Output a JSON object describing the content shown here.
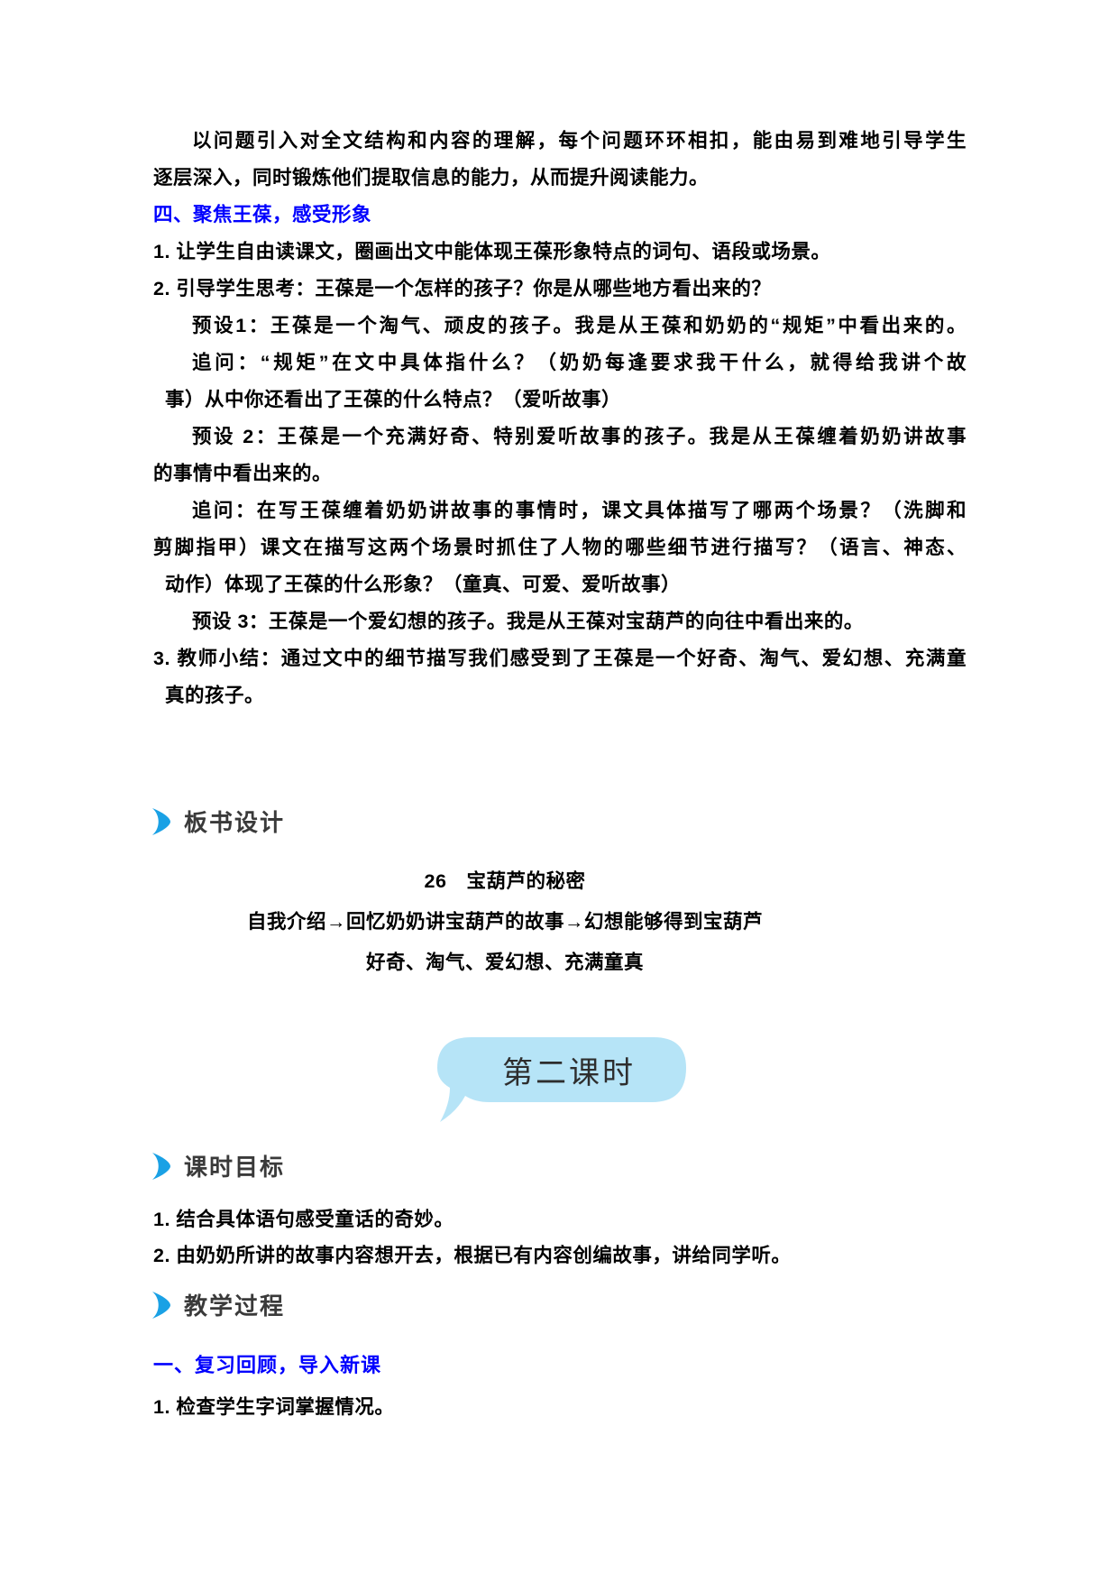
{
  "colors": {
    "accent_blue_heading": "#0000fe",
    "chevron_blue": "#1aa1e5",
    "bubble_background": "#b6e4f7",
    "heading_text": "#3a3a3a",
    "body_text": "#000000"
  },
  "doc": {
    "intro_line1": "以问题引入对全文结构和内容的理解，每个问题环环相扣，能由易到难地引导学生",
    "intro_line2": "逐层深入，同时锻炼他们提取信息的能力，从而提升阅读能力。",
    "focus_heading": "四、聚焦王葆，感受形象",
    "item1": "1. 让学生自由读课文，圈画出文中能体现王葆形象特点的词句、语段或场景。",
    "item2": "2. 引导学生思考：王葆是一个怎样的孩子？你是从哪些地方看出来的？",
    "preset1": "预设1：王葆是一个淘气、顽皮的孩子。我是从王葆和奶奶的“规矩”中看出来的。",
    "followup1_line1": "追问：“规矩”在文中具体指什么？（奶奶每逢要求我干什么，就得给我讲个故",
    "followup1_line2": "事）从中你还看出了王葆的什么特点？（爱听故事）",
    "preset2_line1": "预设 2：王葆是一个充满好奇、特别爱听故事的孩子。我是从王葆缠着奶奶讲故事",
    "preset2_line2": "的事情中看出来的。",
    "followup2_line1": "追问：在写王葆缠着奶奶讲故事的事情时，课文具体描写了哪两个场景？（洗脚和",
    "followup2_line2": "剪脚指甲）课文在描写这两个场景时抓住了人物的哪些细节进行描写？（语言、神态、",
    "followup2_line3": "动作）体现了王葆的什么形象？（童真、可爱、爱听故事）",
    "preset3": "预设 3：王葆是一个爱幻想的孩子。我是从王葆对宝葫芦的向往中看出来的。",
    "summary_line1": "3. 教师小结：通过文中的细节描写我们感受到了王葆是一个好奇、淘气、爱幻想、充满童",
    "summary_line2": "真的孩子。"
  },
  "board": {
    "heading": "板书设计",
    "title_line": "26　宝葫芦的秘密",
    "flow_line": "自我介绍→回忆奶奶讲宝葫芦的故事→幻想能够得到宝葫芦",
    "traits_line": "好奇、淘气、爱幻想、充满童真"
  },
  "lesson2": {
    "bubble_label": "第二课时",
    "goals_heading": "课时目标",
    "goal1": "1. 结合具体语句感受童话的奇妙。",
    "goal2": "2. 由奶奶所讲的故事内容想开去，根据已有内容创编故事，讲给同学听。",
    "process_heading": "教学过程",
    "step1_heading": "一、复习回顾，导入新课",
    "step1_item1": "1. 检查学生字词掌握情况。"
  }
}
